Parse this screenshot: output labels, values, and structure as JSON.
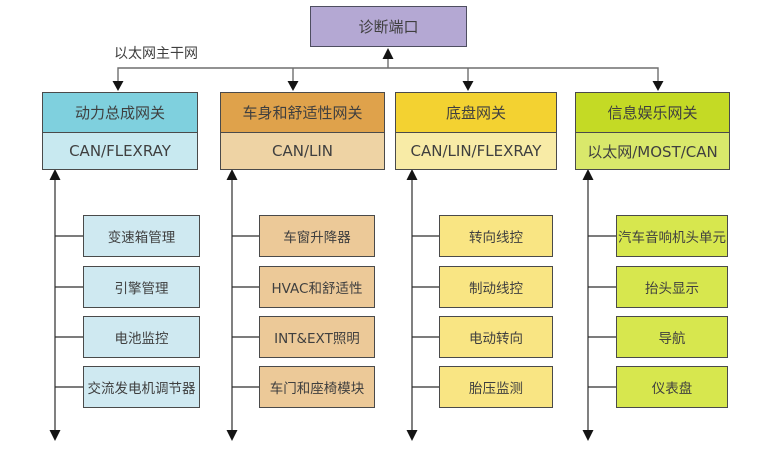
{
  "diagram": {
    "diagnostic_port": "诊断端口",
    "backbone_label": "以太网主干网"
  },
  "columns": [
    {
      "title": "动力总成网关",
      "protocol": "CAN/FLEXRAY",
      "children": [
        "变速箱管理",
        "引擎管理",
        "电池监控",
        "交流发电机调节器"
      ]
    },
    {
      "title": "车身和舒适性网关",
      "protocol": "CAN/LIN",
      "children": [
        "车窗升降器",
        "HVAC和舒适性",
        "INT&EXT照明",
        "车门和座椅模块"
      ]
    },
    {
      "title": "底盘网关",
      "protocol": "CAN/LIN/FLEXRAY",
      "children": [
        "转向线控",
        "制动线控",
        "电动转向",
        "胎压监测"
      ]
    },
    {
      "title": "信息娱乐网关",
      "protocol": "以太网/MOST/CAN",
      "children": [
        "汽车音响机头单元",
        "抬头显示",
        "导航",
        "仪表盘"
      ]
    }
  ],
  "colors": {
    "diagnostic-fill": "#b4a8d3",
    "col1-header": "#7fd0de",
    "col1-protocol": "#c8e9f0",
    "col1-child": "#cfe9f1",
    "col2-header": "#dfa24b",
    "col2-protocol": "#eed3a4",
    "col2-child": "#ecc998",
    "col3-header": "#f3d231",
    "col3-protocol": "#f8eba6",
    "col3-child": "#f9e583",
    "col4-header": "#c4da25",
    "col4-protocol": "#d9e86b",
    "col4-child": "#d7e74e",
    "line": "#6f6f6f",
    "border": "#4a4a4a",
    "text": "#3f3f3f"
  }
}
